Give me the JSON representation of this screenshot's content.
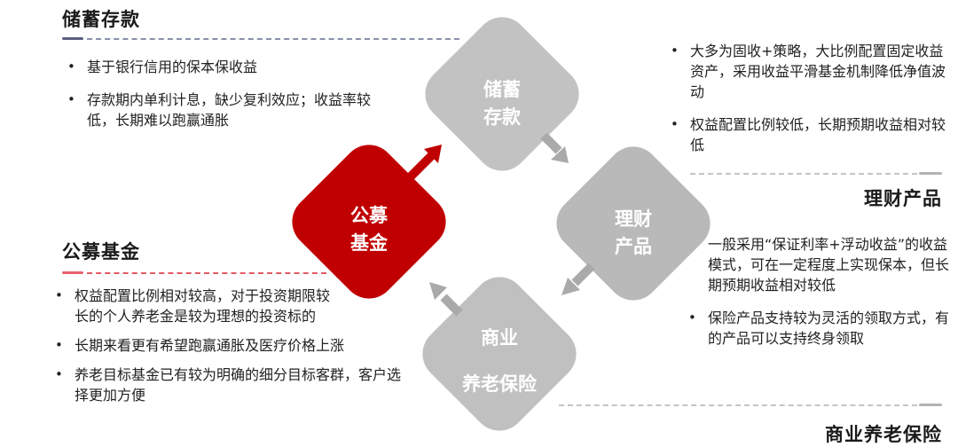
{
  "colors": {
    "accent_red": "#c00000",
    "diamond_gray": "#bfbfbf",
    "arrow_gray": "#a9a9a9",
    "navy_dash": "#5a6180",
    "pink_dash": "#e8616f",
    "gray_dash": "#b8b8b8"
  },
  "diagram": {
    "nodes": [
      {
        "id": "savings",
        "label": "储蓄\n存款",
        "highlighted": false
      },
      {
        "id": "wealth",
        "label": "理财\n产品",
        "highlighted": false
      },
      {
        "id": "insurance",
        "label": "商业\n\n养老保险",
        "highlighted": false
      },
      {
        "id": "fund",
        "label": "公募\n基金",
        "highlighted": true
      }
    ],
    "arrows": [
      {
        "from": "fund",
        "to": "savings"
      },
      {
        "from": "savings",
        "to": "wealth"
      },
      {
        "from": "wealth",
        "to": "insurance"
      },
      {
        "from": "insurance",
        "to": "fund"
      }
    ]
  },
  "sections": {
    "savings": {
      "title": "储蓄存款",
      "bullets": [
        "基于银行信用的保本保收益",
        "存款期内单利计息，缺少复利效应；收益率较低，长期难以跑赢通胀"
      ]
    },
    "wealth": {
      "title": "理财产品",
      "bullets": [
        "大多为固收+策略，大比例配置固定收益资产，采用收益平滑基金机制降低净值波动",
        "权益配置比例较低，长期预期收益相对较低"
      ]
    },
    "insurance": {
      "title": "商业养老保险",
      "bullets": [
        "一般采用“保证利率+浮动收益”的收益模式，可在一定程度上实现保本，但长期预期收益相对较低",
        "保险产品支持较为灵活的领取方式，有的产品可以支持终身领取"
      ]
    },
    "fund": {
      "title": "公募基金",
      "bullets": [
        "权益配置比例相对较高，对于投资期限较长的个人养老金是较为理想的投资标的",
        "长期来看更有希望跑赢通胀及医疗价格上涨",
        "养老目标基金已有较为明确的细分目标客群，客户选择更加方便"
      ]
    }
  }
}
